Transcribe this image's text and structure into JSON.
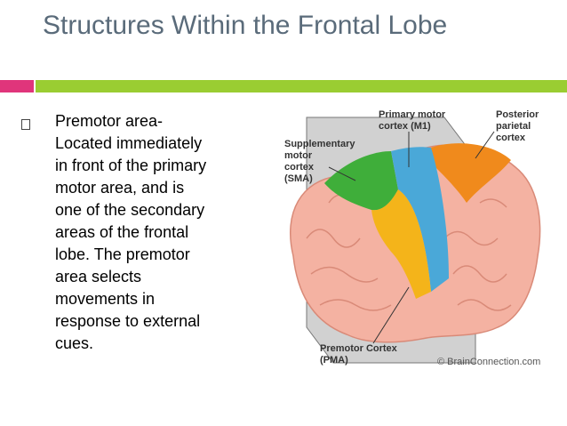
{
  "slide": {
    "title": "Structures Within the Frontal Lobe",
    "bullet_lines": [
      "Premotor area-",
      "Located immediately",
      "in front of the primary",
      "motor area, and is",
      "one of the secondary",
      "areas of the frontal",
      "lobe. The premotor",
      "area selects",
      "movements in",
      "response to external",
      "cues."
    ]
  },
  "figure": {
    "labels": {
      "primary_motor_1": "Primary motor",
      "primary_motor_2": "cortex (M1)",
      "posterior_1": "Posterior",
      "posterior_2": "parietal",
      "posterior_3": "cortex",
      "sma_1": "Supplementary",
      "sma_2": "motor",
      "sma_3": "cortex",
      "sma_4": "(SMA)",
      "pma_1": "Premotor Cortex",
      "pma_2": "(PMA)",
      "credit": "© BrainConnection.com"
    },
    "colors": {
      "brain": "#f4b2a2",
      "sma": "#3fae3a",
      "m1": "#4aa8d8",
      "pma": "#f4b41a",
      "posterior": "#f08a1c",
      "plane": "#9a9a9a"
    }
  }
}
